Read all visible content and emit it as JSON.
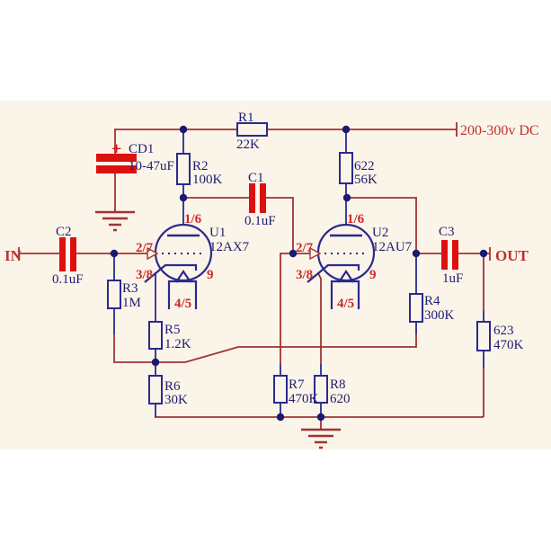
{
  "schematic": {
    "type": "two-stage vacuum tube preamplifier schematic",
    "supply_label": "200-300v DC",
    "in_label": "IN",
    "out_label": "OUT"
  },
  "colors": {
    "background": "#ffffff",
    "canvas": "#fbf4e9",
    "wire": "#a03232",
    "component_outline": "#2a2a8e",
    "component_label": "#1d1d70",
    "capacitor_plate": "#dd1010",
    "pin_label": "#c92a2a",
    "terminal_label": "#c03030"
  },
  "tubes": [
    {
      "ref": "U1",
      "model": "12AX7",
      "pin_plate": "1/6",
      "pin_grid": "2/7",
      "pin_cathode": "3/8",
      "pin_heater": "4/5",
      "pin_heater_ct": "9"
    },
    {
      "ref": "U2",
      "model": "12AU7",
      "pin_plate": "1/6",
      "pin_grid": "2/7",
      "pin_cathode": "3/8",
      "pin_heater": "4/5",
      "pin_heater_ct": "9"
    }
  ],
  "resistors": [
    {
      "ref": "R1",
      "value": "22K"
    },
    {
      "ref": "R2",
      "value": "100K"
    },
    {
      "ref": "622",
      "value": "56K"
    },
    {
      "ref": "R3",
      "value": "1M"
    },
    {
      "ref": "R5",
      "value": "1.2K"
    },
    {
      "ref": "R6",
      "value": "30K"
    },
    {
      "ref": "R7",
      "value": "470K"
    },
    {
      "ref": "R8",
      "value": "620"
    },
    {
      "ref": "R4",
      "value": "300K"
    },
    {
      "ref": "623",
      "value": "470K"
    }
  ],
  "capacitors": [
    {
      "ref": "CD1",
      "value": "10-47uF",
      "polarity": "+"
    },
    {
      "ref": "C2",
      "value": "0.1uF"
    },
    {
      "ref": "C1",
      "value": "0.1uF"
    },
    {
      "ref": "C3",
      "value": "1uF"
    }
  ]
}
